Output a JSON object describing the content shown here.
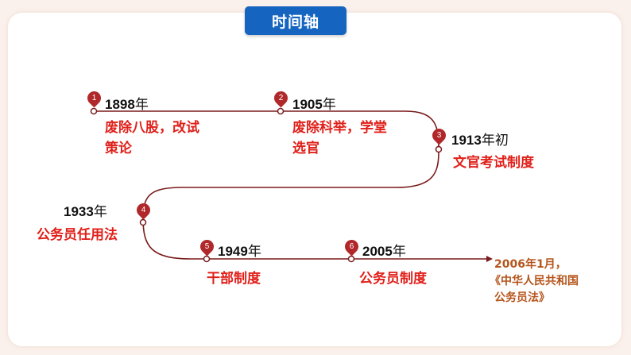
{
  "title": "时间轴",
  "colors": {
    "track": "#7a1a1a",
    "pin": "#b0282a",
    "event": "#e0201a",
    "final": "#b5541b",
    "title_bg": "#1565c0"
  },
  "nodes": [
    {
      "num": "1",
      "year": "1898",
      "unit": "年",
      "event_line1": "废除八股，改试",
      "event_line2": "策论"
    },
    {
      "num": "2",
      "year": "1905",
      "unit": "年",
      "event_line1": "废除科举，学堂",
      "event_line2": "选官"
    },
    {
      "num": "3",
      "year": "1913",
      "unit": "年初",
      "event_line1": "文官考试制度",
      "event_line2": ""
    },
    {
      "num": "4",
      "year": "1933",
      "unit": "年",
      "event_line1": "公务员任用法",
      "event_line2": ""
    },
    {
      "num": "5",
      "year": "1949",
      "unit": "年",
      "event_line1": "干部制度",
      "event_line2": ""
    },
    {
      "num": "6",
      "year": "2005",
      "unit": "年",
      "event_line1": "公务员制度",
      "event_line2": ""
    }
  ],
  "final": {
    "line1": "2006年1月，",
    "line2": "《中华人民共和国",
    "line3": "公务员法》"
  }
}
